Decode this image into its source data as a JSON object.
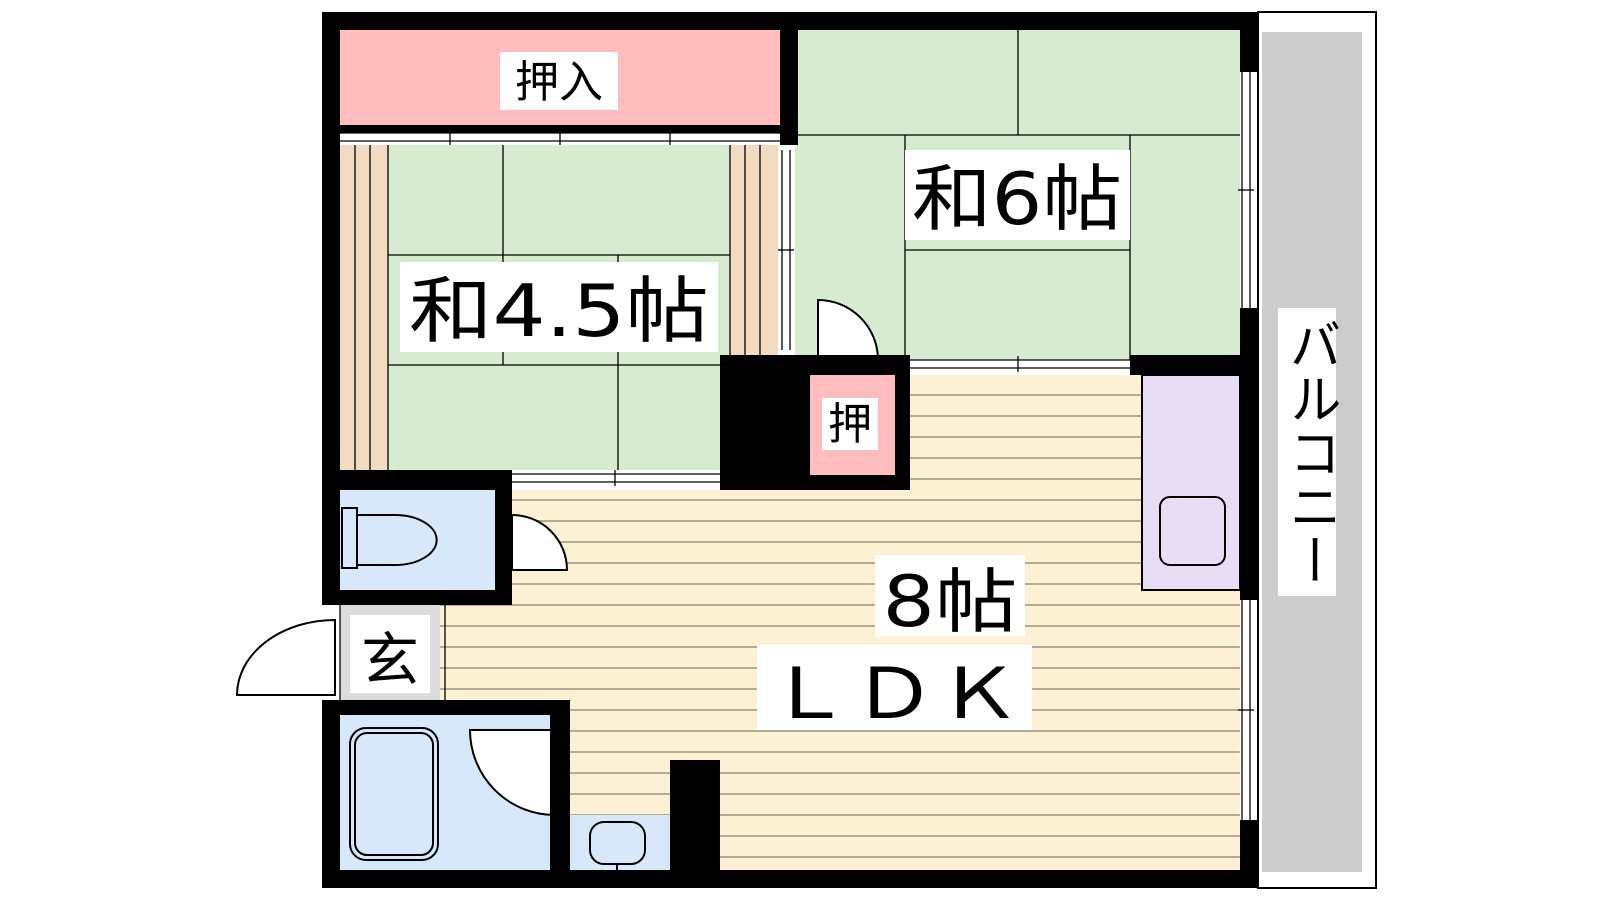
{
  "floorplan": {
    "rooms": {
      "oshiire_top": "押入",
      "washitsu_small": "和4.5帖",
      "washitsu_large": "和6帖",
      "oshi_small": "押",
      "ldk_size": "8帖",
      "ldk_name": "ＬＤＫ",
      "genkan": "玄",
      "balcony": "バルコニー"
    },
    "colors": {
      "wall": "#000000",
      "tatami": "#d6ebd0",
      "closet": "#ffbdbd",
      "wood_floor": "#fdf1d3",
      "wood_lines": "#8a8070",
      "wet_area": "#d8e8fb",
      "kitchen": "#e9dcf5",
      "balcony": "#cccccc",
      "tokonoma": "#f1dcc1",
      "genkan": "#dcdcdc"
    }
  }
}
